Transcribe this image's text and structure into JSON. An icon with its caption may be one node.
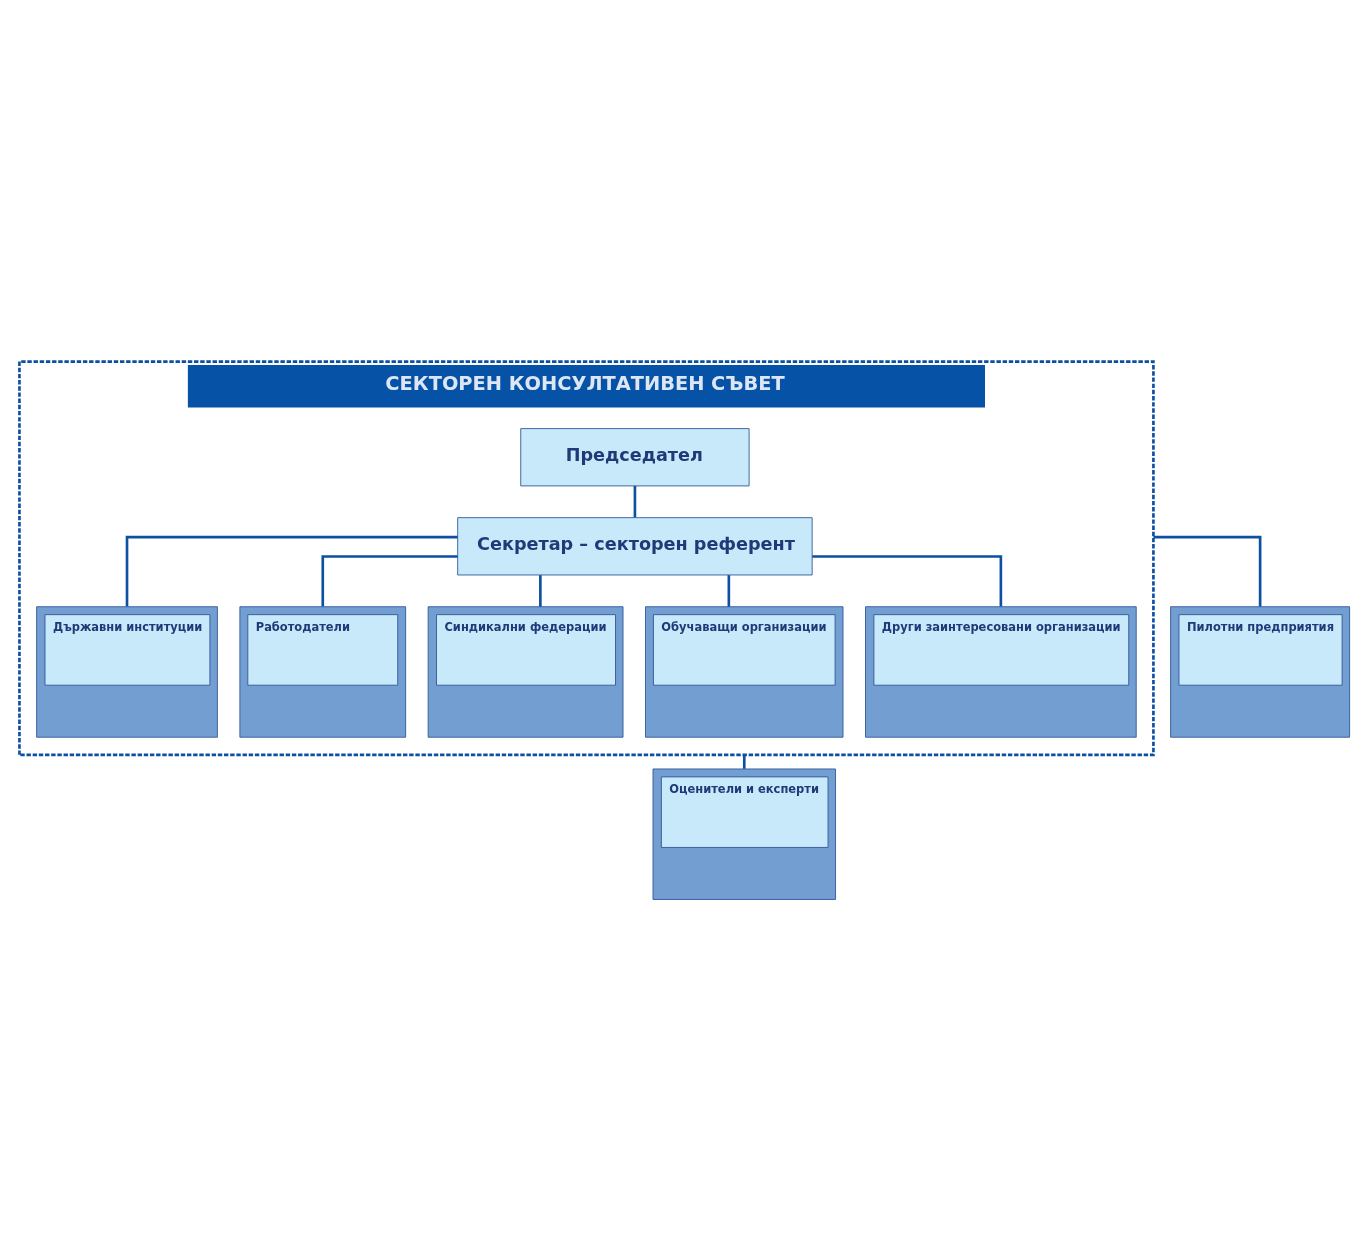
{
  "diagram": {
    "nodes": [
      {
        "text": [
          "СЕКТОРЕН КОНСУЛТАТИВЕН СЪВЕТ"
        ]
      },
      {
        "text": [
          "Председател"
        ],
        "in": 0
      },
      {
        "text": [
          "Секретар – секторен референт"
        ],
        "in": 0
      },
      {
        "text": [
          "Държавни институции"
        ],
        "in": 0
      },
      {
        "text": [
          "Работодатели"
        ],
        "in": 0
      },
      {
        "text": [
          "Синдикални федерации"
        ],
        "in": 0
      },
      {
        "text": [
          "Обучаващи организации"
        ],
        "in": 0
      },
      {
        "text": [
          "Други заинтересовани организации"
        ],
        "in": 0
      },
      {
        "text": [
          "Пилотни предприятия"
        ]
      },
      {
        "text": [
          "Оценители и експерти"
        ]
      }
    ],
    "edges": [
      {
        "from": 1,
        "to": 2,
        "arrow": "none"
      },
      {
        "from": 2,
        "to": 3,
        "arrow": "none"
      },
      {
        "from": 2,
        "to": 4,
        "arrow": "none"
      },
      {
        "from": 2,
        "to": 5,
        "arrow": "none"
      },
      {
        "from": 2,
        "to": 6,
        "arrow": "none"
      },
      {
        "from": 2,
        "to": 7,
        "arrow": "none"
      },
      {
        "from": 0,
        "to": 8,
        "arrow": "none"
      },
      {
        "from": 0,
        "to": 9,
        "arrow": "none"
      }
    ]
  }
}
